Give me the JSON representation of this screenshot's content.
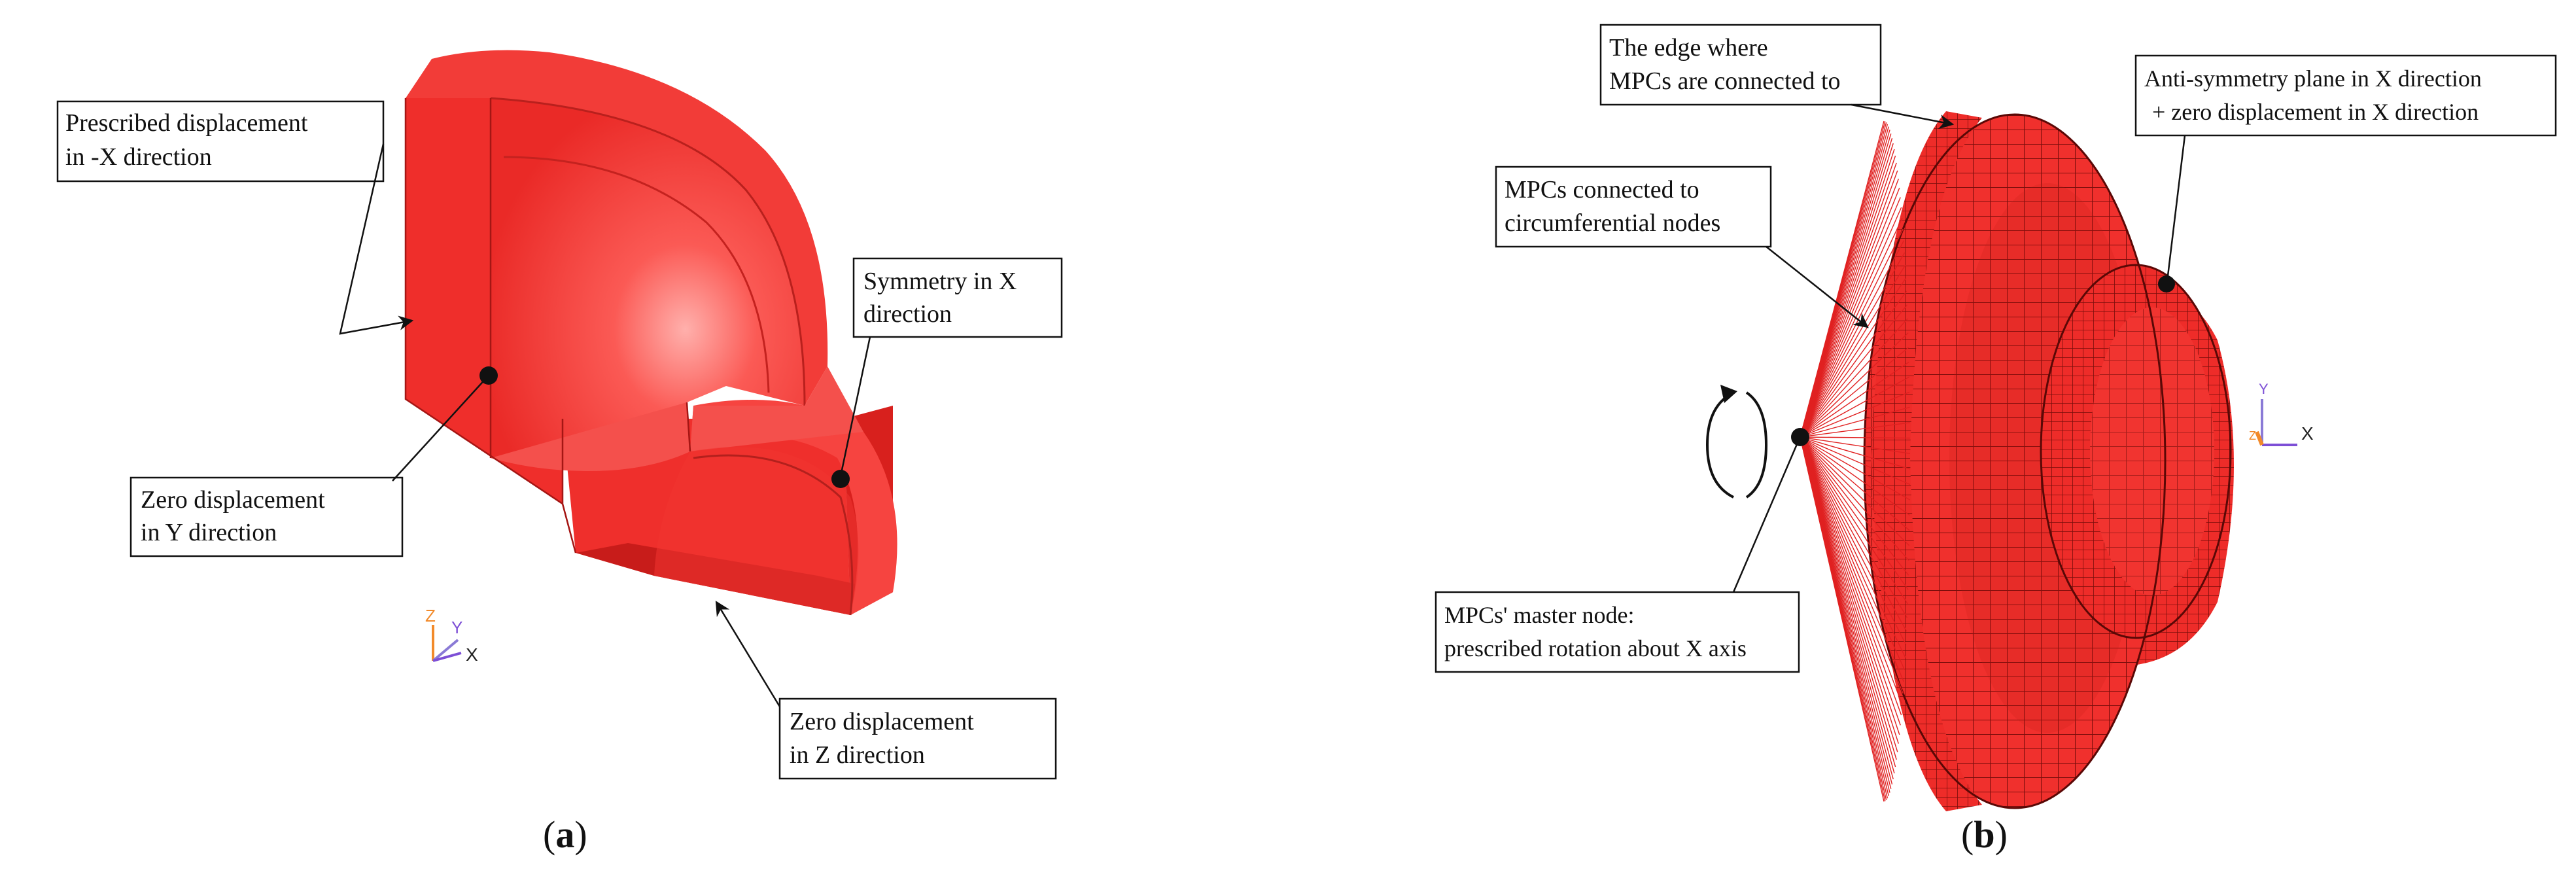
{
  "colors": {
    "solid": "#f0302d",
    "solid_dark": "#c81c1a",
    "solid_light": "#ff8a86",
    "mesh_line": "#7a0d0b",
    "mpc_line": "#e02020",
    "axis_x": "#7d4fd6",
    "axis_y": "#8a7ad6",
    "axis_z": "#f28a2a"
  },
  "panel_a": {
    "label_open": "(",
    "label_letter": "a",
    "label_close": ")",
    "callouts": [
      {
        "id": "prescribed-x",
        "lines": [
          "Prescribed displacement",
          "in -X direction"
        ]
      },
      {
        "id": "symmetry-x",
        "lines": [
          "Symmetry in X",
          "direction"
        ]
      },
      {
        "id": "zero-y",
        "lines": [
          "Zero displacement",
          "in Y direction"
        ]
      },
      {
        "id": "zero-z",
        "lines": [
          "Zero displacement",
          "in Z direction"
        ]
      }
    ],
    "triad": {
      "z": "Z",
      "y": "Y",
      "x": "X"
    }
  },
  "panel_b": {
    "label_open": "(",
    "label_letter": "b",
    "label_close": ")",
    "callouts": [
      {
        "id": "edge-mpc",
        "lines": [
          "The edge where",
          "MPCs are connected to"
        ]
      },
      {
        "id": "mpc-nodes",
        "lines": [
          "MPCs connected to",
          "circumferential nodes"
        ]
      },
      {
        "id": "anti-symmetry",
        "lines": [
          "Anti-symmetry plane in X direction",
          "+ zero displacement in X direction"
        ]
      },
      {
        "id": "master-node",
        "lines": [
          "MPCs' master node:",
          "prescribed rotation about X axis"
        ]
      }
    ],
    "triad": {
      "y": "Y",
      "z": "Z",
      "x": "X"
    }
  }
}
